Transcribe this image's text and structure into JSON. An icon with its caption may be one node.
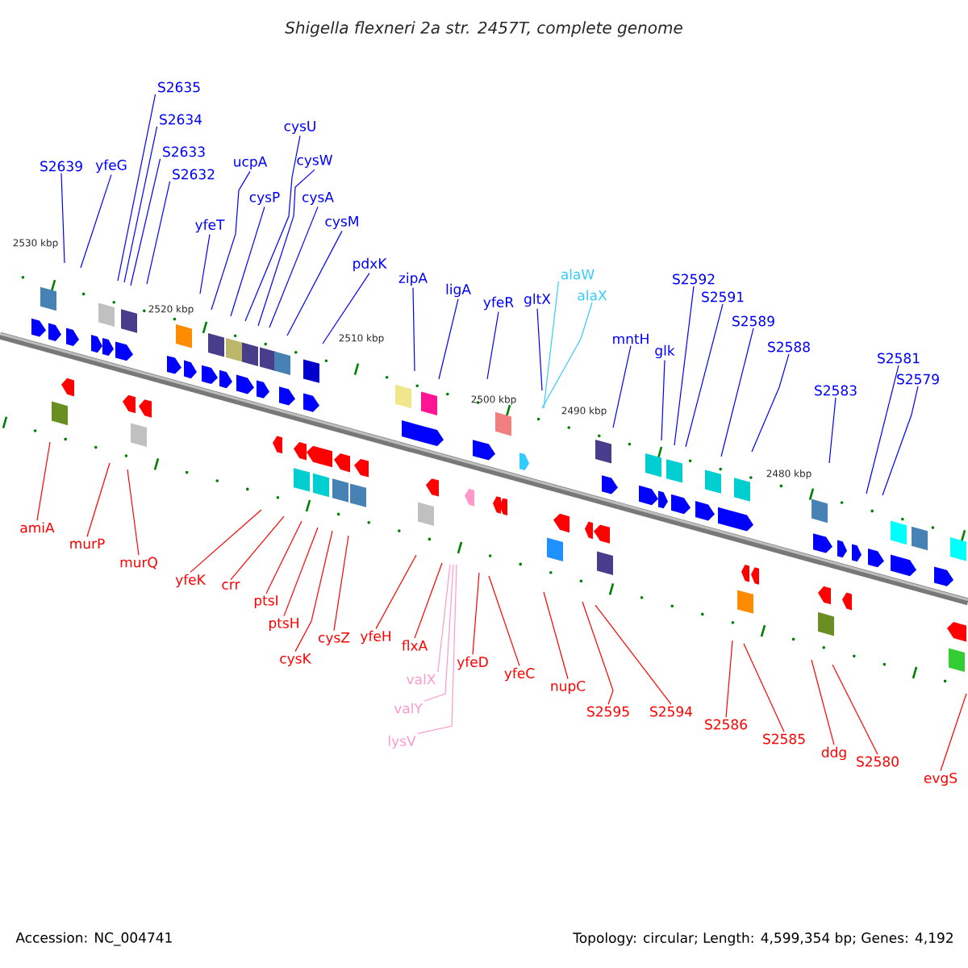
{
  "diagram": {
    "title": "Shigella flexneri 2a str. 2457T, complete genome",
    "nodes": [
      {
        "text": [
          "S2639"
        ]
      },
      {
        "text": [
          "yfeG"
        ]
      },
      {
        "text": [
          "S2635"
        ]
      },
      {
        "text": [
          "S2634"
        ]
      },
      {
        "text": [
          "S2633"
        ]
      },
      {
        "text": [
          "S2632"
        ]
      },
      {
        "text": [
          "yfeT"
        ]
      },
      {
        "text": [
          "ucpA"
        ]
      },
      {
        "text": [
          "cysU"
        ]
      },
      {
        "text": [
          "cysP"
        ]
      },
      {
        "text": [
          "cysW"
        ]
      },
      {
        "text": [
          "cysA"
        ]
      },
      {
        "text": [
          "cysM"
        ]
      },
      {
        "text": [
          "pdxK"
        ]
      },
      {
        "text": [
          "zipA"
        ]
      },
      {
        "text": [
          "ligA"
        ]
      },
      {
        "text": [
          "yfeR"
        ]
      },
      {
        "text": [
          "gltX"
        ]
      },
      {
        "text": [
          "alaW"
        ]
      },
      {
        "text": [
          "alaX"
        ]
      },
      {
        "text": [
          "mntH"
        ]
      },
      {
        "text": [
          "glk"
        ]
      },
      {
        "text": [
          "S2592"
        ]
      },
      {
        "text": [
          "S2591"
        ]
      },
      {
        "text": [
          "S2589"
        ]
      },
      {
        "text": [
          "S2588"
        ]
      },
      {
        "text": [
          "S2583"
        ]
      },
      {
        "text": [
          "S2581"
        ]
      },
      {
        "text": [
          "S2579"
        ]
      },
      {
        "text": [
          "amiA"
        ]
      },
      {
        "text": [
          "murP"
        ]
      },
      {
        "text": [
          "murQ"
        ]
      },
      {
        "text": [
          "yfeK"
        ]
      },
      {
        "text": [
          "crr"
        ]
      },
      {
        "text": [
          "ptsI"
        ]
      },
      {
        "text": [
          "ptsH"
        ]
      },
      {
        "text": [
          "cysK"
        ]
      },
      {
        "text": [
          "cysZ"
        ]
      },
      {
        "text": [
          "yfeH"
        ]
      },
      {
        "text": [
          "flxA"
        ]
      },
      {
        "text": [
          "valX"
        ]
      },
      {
        "text": [
          "valY"
        ]
      },
      {
        "text": [
          "lysV"
        ]
      },
      {
        "text": [
          "yfeD"
        ]
      },
      {
        "text": [
          "yfeC"
        ]
      },
      {
        "text": [
          "nupC"
        ]
      },
      {
        "text": [
          "S2595"
        ]
      },
      {
        "text": [
          "S2594"
        ]
      },
      {
        "text": [
          "S2586"
        ]
      },
      {
        "text": [
          "S2585"
        ]
      },
      {
        "text": [
          "ddg"
        ]
      },
      {
        "text": [
          "S2580"
        ]
      },
      {
        "text": [
          "evgS"
        ]
      }
    ],
    "edges": [
      {
        "from": 0,
        "to": null,
        "arrow": "none"
      },
      {
        "from": 1,
        "to": null,
        "arrow": "none"
      },
      {
        "from": 2,
        "to": null,
        "arrow": "none"
      },
      {
        "from": 3,
        "to": null,
        "arrow": "none"
      },
      {
        "from": 4,
        "to": null,
        "arrow": "none"
      },
      {
        "from": 5,
        "to": null,
        "arrow": "none"
      },
      {
        "from": 6,
        "to": null,
        "arrow": "none"
      },
      {
        "from": 7,
        "to": null,
        "arrow": "none"
      },
      {
        "from": 8,
        "to": null,
        "arrow": "none"
      },
      {
        "from": 9,
        "to": null,
        "arrow": "none"
      },
      {
        "from": 10,
        "to": null,
        "arrow": "none"
      },
      {
        "from": 11,
        "to": null,
        "arrow": "none"
      },
      {
        "from": 12,
        "to": null,
        "arrow": "none"
      },
      {
        "from": 13,
        "to": null,
        "arrow": "none"
      },
      {
        "from": 14,
        "to": null,
        "arrow": "none"
      },
      {
        "from": 15,
        "to": null,
        "arrow": "none"
      },
      {
        "from": 16,
        "to": null,
        "arrow": "none"
      },
      {
        "from": 17,
        "to": null,
        "arrow": "none"
      },
      {
        "from": 18,
        "to": null,
        "arrow": "none",
        "color": "#33ccff"
      },
      {
        "from": 19,
        "to": null,
        "arrow": "none",
        "color": "#33ccff"
      },
      {
        "from": 20,
        "to": null,
        "arrow": "none"
      },
      {
        "from": 21,
        "to": null,
        "arrow": "none"
      },
      {
        "from": 22,
        "to": null,
        "arrow": "none"
      },
      {
        "from": 23,
        "to": null,
        "arrow": "none"
      },
      {
        "from": 24,
        "to": null,
        "arrow": "none"
      },
      {
        "from": 25,
        "to": null,
        "arrow": "none"
      },
      {
        "from": 26,
        "to": null,
        "arrow": "none"
      },
      {
        "from": 27,
        "to": null,
        "arrow": "none"
      },
      {
        "from": 28,
        "to": null,
        "arrow": "none"
      },
      {
        "from": 29,
        "to": null,
        "arrow": "none",
        "color": "#ff0000"
      },
      {
        "from": 30,
        "to": null,
        "arrow": "none",
        "color": "#ff0000"
      },
      {
        "from": 31,
        "to": null,
        "arrow": "none",
        "color": "#ff0000"
      },
      {
        "from": 32,
        "to": null,
        "arrow": "none",
        "color": "#ff0000"
      },
      {
        "from": 33,
        "to": null,
        "arrow": "none",
        "color": "#ff0000"
      },
      {
        "from": 34,
        "to": null,
        "arrow": "none",
        "color": "#ff0000"
      },
      {
        "from": 35,
        "to": null,
        "arrow": "none",
        "color": "#ff0000"
      },
      {
        "from": 36,
        "to": null,
        "arrow": "none",
        "color": "#ff0000"
      },
      {
        "from": 37,
        "to": null,
        "arrow": "none",
        "color": "#ff0000"
      },
      {
        "from": 38,
        "to": null,
        "arrow": "none",
        "color": "#ff0000"
      },
      {
        "from": 39,
        "to": null,
        "arrow": "none",
        "color": "#ff0000"
      },
      {
        "from": 40,
        "to": null,
        "arrow": "none",
        "color": "#ff99cc"
      },
      {
        "from": 41,
        "to": null,
        "arrow": "none",
        "color": "#ff99cc"
      },
      {
        "from": 42,
        "to": null,
        "arrow": "none",
        "color": "#ff99cc"
      },
      {
        "from": 43,
        "to": null,
        "arrow": "none",
        "color": "#ff0000"
      },
      {
        "from": 44,
        "to": null,
        "arrow": "none",
        "color": "#ff0000"
      },
      {
        "from": 45,
        "to": null,
        "arrow": "none",
        "color": "#ff0000"
      },
      {
        "from": 46,
        "to": null,
        "arrow": "none",
        "color": "#ff0000"
      },
      {
        "from": 47,
        "to": null,
        "arrow": "none",
        "color": "#ff0000"
      },
      {
        "from": 48,
        "to": null,
        "arrow": "none",
        "color": "#ff0000"
      },
      {
        "from": 49,
        "to": null,
        "arrow": "none",
        "color": "#ff0000"
      },
      {
        "from": 50,
        "to": null,
        "arrow": "none",
        "color": "#ff0000"
      },
      {
        "from": 51,
        "to": null,
        "arrow": "none",
        "color": "#ff0000"
      },
      {
        "from": 52,
        "to": null,
        "arrow": "none",
        "color": "#ff0000"
      }
    ],
    "labels": [
      "2530 kbp",
      "2520 kbp",
      "2510 kbp",
      "2500 kbp",
      "2490 kbp",
      "2480 kbp",
      "Accession: NC_004741",
      "Topology: circular; Length: 4,599,354 bp; Genes: 4,192"
    ]
  }
}
